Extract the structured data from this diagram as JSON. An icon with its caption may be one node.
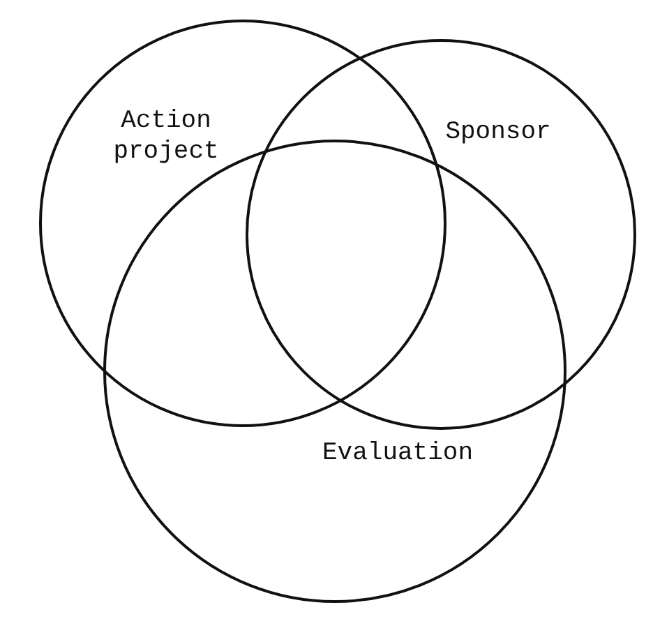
{
  "diagram": {
    "nodes": [
      {
        "text": [
          "Action project"
        ]
      },
      {
        "text": [
          "Sponsor"
        ]
      },
      {
        "text": [
          "Evaluation"
        ]
      }
    ]
  }
}
